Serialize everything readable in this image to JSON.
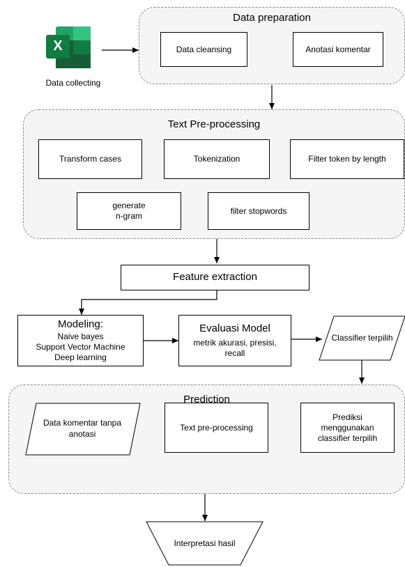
{
  "source": {
    "label": "Data collecting",
    "icon": "excel-icon",
    "icon_letter": "X"
  },
  "groups": {
    "data_preparation": {
      "title": "Data preparation",
      "steps": [
        "Data cleansing",
        "Anotasi komentar"
      ]
    },
    "text_preprocessing": {
      "title": "Text Pre-processing",
      "steps": [
        "Transform cases",
        "Tokenization",
        "Filter token by length",
        "filter stopwords",
        "generate\nn-gram"
      ]
    },
    "prediction": {
      "title": "Prediction",
      "steps": [
        "Data komentar tanpa anotasi",
        "Text pre-processing",
        "Prediksi menggunakan classifier terpilih"
      ]
    }
  },
  "feature_extraction": "Feature extraction",
  "modeling": {
    "title": "Modeling:",
    "items": [
      "Naive bayes",
      "Support Vector Machine",
      "Deep learning"
    ]
  },
  "evaluasi": {
    "title": "Evaluasi Model",
    "subtitle": "metrik akurasi, presisi, recall"
  },
  "classifier": "Classifier terpilih",
  "result": "Interpretasi hasil",
  "colors": {
    "group_fill": "#f5f5f5",
    "group_border": "#8a8a8a",
    "excel_green": "#107c41"
  }
}
